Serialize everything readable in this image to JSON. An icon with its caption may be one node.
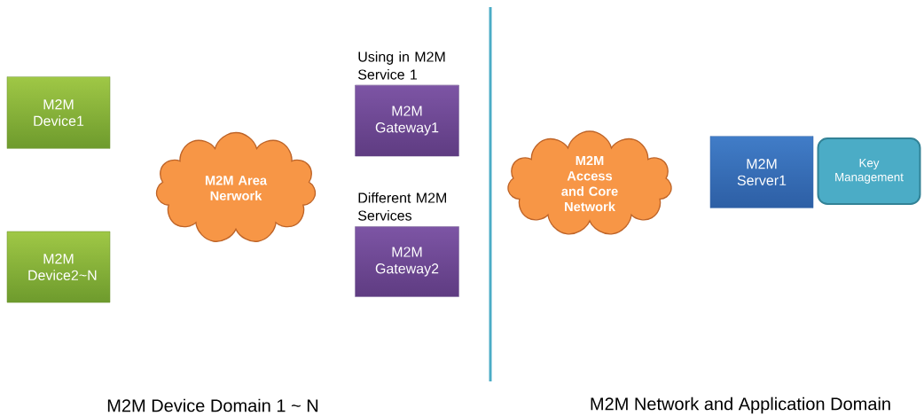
{
  "diagram": {
    "nodes": [
      {
        "text": [
          "M2M Device1"
        ]
      },
      {
        "text": [
          "M2M Device2~N"
        ]
      },
      {
        "text": [
          "M2M Area Nerwork"
        ]
      },
      {
        "text": [
          "M2M Gateway1"
        ],
        "beside": [
          "Using in M2M Service 1"
        ]
      },
      {
        "text": [
          "M2M Gateway2"
        ],
        "beside": [
          "Different M2M Services"
        ]
      },
      {
        "text": [
          "M2M Access and Core Network"
        ]
      },
      {
        "text": [
          "M2M Server1"
        ]
      },
      {
        "text": [
          "Key Management"
        ]
      }
    ],
    "edges": [],
    "labels": [
      "M2M Device Domain 1 ~ N",
      "M2M Network and Application Domain"
    ]
  }
}
